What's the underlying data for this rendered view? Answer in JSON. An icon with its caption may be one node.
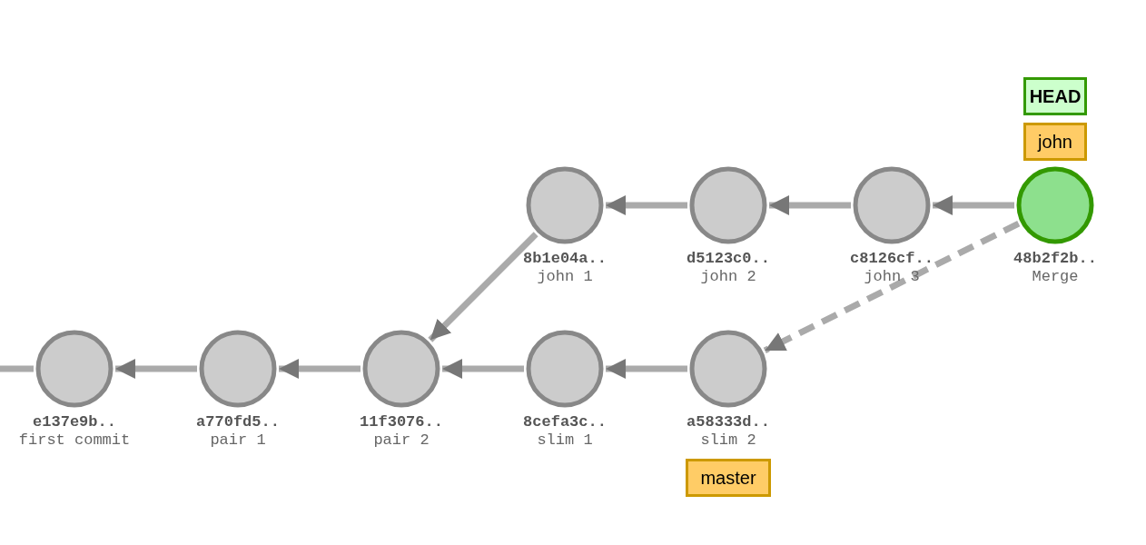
{
  "diagram": {
    "nodes": [
      {
        "text": [
          "HEAD"
        ]
      },
      {
        "text": [
          "john"
        ]
      },
      {
        "text": [],
        "shape": "circle",
        "beside": [
          "8b1e04a..",
          "john 1"
        ]
      },
      {
        "text": [],
        "shape": "circle",
        "beside": [
          "d5123c0..",
          "john 2"
        ]
      },
      {
        "text": [],
        "shape": "circle",
        "beside": [
          "c8126cf..",
          "john 3"
        ]
      },
      {
        "text": [],
        "shape": "circle",
        "beside": [
          "48b2f2b..",
          "Merge"
        ]
      },
      {
        "text": [],
        "shape": "circle",
        "beside": [
          "e137e9b..",
          "first commit"
        ]
      },
      {
        "text": [],
        "shape": "circle",
        "beside": [
          "a770fd5..",
          "pair 1"
        ]
      },
      {
        "text": [],
        "shape": "circle",
        "beside": [
          "11f3076..",
          "pair 2"
        ]
      },
      {
        "text": [],
        "shape": "circle",
        "beside": [
          "8cefa3c..",
          "slim 1"
        ]
      },
      {
        "text": [],
        "shape": "circle",
        "beside": [
          "a58333d..",
          "slim 2"
        ]
      },
      {
        "text": [
          "master"
        ]
      }
    ],
    "edges": [
      {
        "from": 6,
        "to": null,
        "arrow": "none"
      },
      {
        "from": 7,
        "to": 6,
        "arrow": "to"
      },
      {
        "from": 8,
        "to": 7,
        "arrow": "to"
      },
      {
        "from": 9,
        "to": 8,
        "arrow": "to"
      },
      {
        "from": 10,
        "to": 9,
        "arrow": "to"
      },
      {
        "from": 2,
        "to": 8,
        "arrow": "to"
      },
      {
        "from": 3,
        "to": 2,
        "arrow": "to"
      },
      {
        "from": 4,
        "to": 3,
        "arrow": "to"
      },
      {
        "from": 5,
        "to": 4,
        "arrow": "to"
      },
      {
        "from": 5,
        "to": 10,
        "arrow": "to",
        "style": "dashed"
      }
    ]
  }
}
